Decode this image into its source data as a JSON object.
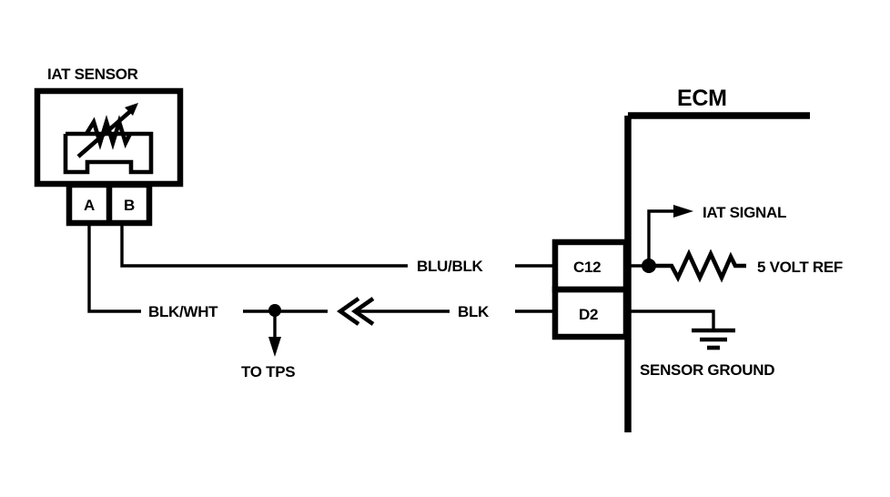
{
  "diagram": {
    "title_sensor": "IAT SENSOR",
    "title_module": "ECM",
    "pins": [
      {
        "id": "A",
        "label": "A"
      },
      {
        "id": "B",
        "label": "B"
      }
    ],
    "terminals": [
      {
        "id": "C12",
        "label": "C12"
      },
      {
        "id": "D2",
        "label": "D2"
      }
    ],
    "wires": [
      {
        "name": "blu-blk",
        "label": "BLU/BLK",
        "from": "B",
        "to": "C12"
      },
      {
        "name": "blk-wht",
        "label": "BLK/WHT",
        "from": "A",
        "to": "splice"
      },
      {
        "name": "blk",
        "label": "BLK",
        "from": "splice",
        "to": "D2"
      }
    ],
    "annotations": [
      {
        "name": "to-tps",
        "label": "TO TPS"
      },
      {
        "name": "iat-signal",
        "label": "IAT SIGNAL"
      },
      {
        "name": "five-volt-ref",
        "label": "5 VOLT REF"
      },
      {
        "name": "sensor-ground",
        "label": "SENSOR GROUND"
      }
    ],
    "symbols": {
      "thermistor": "thermistor-symbol",
      "resistor": "resistor-symbol",
      "ground": "ground-symbol",
      "splice_dot": "junction-dot",
      "direction_chevron": "double-chevron-arrow",
      "signal_arrow": "arrow-right",
      "tps_arrow": "arrow-down"
    },
    "colors": {
      "ink": "#000000",
      "background": "#ffffff"
    }
  }
}
